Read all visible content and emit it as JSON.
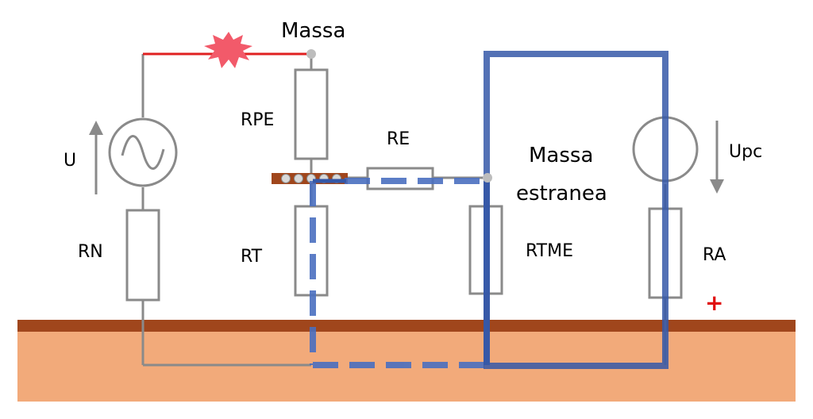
{
  "labels": {
    "massa": "Massa",
    "rpe": "RPE",
    "re": "RE",
    "u": "U",
    "rn": "RN",
    "rt": "RT",
    "massa_estranea_line1": "Massa",
    "massa_estranea_line2": "estranea",
    "rtme": "RTME",
    "upc": "Upc",
    "ra": "RA",
    "plus": "+"
  },
  "colors": {
    "wire": "#8a8a8a",
    "fault_wire": "#e02020",
    "spark": "#f25a6a",
    "ground_top": "#a0461c",
    "ground_body": "#f2aa7a",
    "fault_path": "#3558a8",
    "fault_path_dashed": "#4a6fc0",
    "plus_sign": "#e01010",
    "terminal_bar": "#a0461c",
    "node": "#bdbdbd"
  }
}
